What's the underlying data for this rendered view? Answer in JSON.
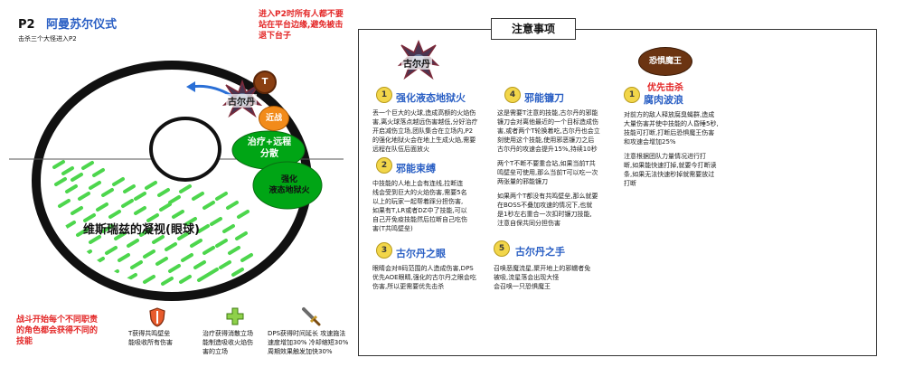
{
  "left": {
    "title": "P2",
    "title_name": "阿曼苏尔仪式",
    "subtitle": "击杀三个大怪进入P2",
    "warn_p2": [
      "进入P2时所有人都不要",
      "站在平台边缘,避免被击",
      "退下台子"
    ],
    "boss_label": "古尔丹",
    "t_label": "T",
    "melee_label": "近战",
    "heal_ranged": [
      "治疗+远程",
      "分散"
    ],
    "enhance": [
      "强化",
      "液态地狱火"
    ],
    "gaze": "维斯瑞兹的凝视(眼球)",
    "roles_note": [
      "战斗开始每个不同职责",
      "的角色都会获得不同的",
      "技能"
    ],
    "legend": [
      {
        "icon": "shield-icon",
        "text": [
          "T获得共鸣壁垒",
          "能吸收所有伤害"
        ]
      },
      {
        "icon": "plus-icon",
        "text": [
          "治疗获得消散立场",
          "能制造吸收火焰伤",
          "害的立场"
        ]
      },
      {
        "icon": "sword-icon",
        "text": [
          "DPS获得时间延长 攻速施法",
          "速度增加30% 冷却缩短30%",
          "周期效果触发加快30%"
        ]
      }
    ]
  },
  "notes": {
    "title": "注意事项",
    "gul_label": "古尔丹",
    "demon_label": "恐惧魔王",
    "demon_priority": "优先击杀",
    "sections": [
      {
        "num": "1",
        "title": "强化液态地狱火",
        "lines": [
          "丢一个巨大的火球,造成高额的火焰伤",
          "害,离火球落点越远伤害越低,分好治疗",
          "开启减伤立场,团队集合在立场内,P2",
          "的强化地狱火会在地上生成火焰,需要",
          "远程在队伍后面放火"
        ]
      },
      {
        "num": "2",
        "title": "邪能束缚",
        "lines": [
          "中技能的人地上会有连线,拉断连",
          "线会受到巨大的火焰伤害,需要5名",
          "以上的玩家一起帮着踩分担伤害,",
          "如果有T,LR或者DZ中了技能,可以",
          "自己开免疫技能然后拉断自己吃伤",
          "害(T共鸣壁垒)"
        ]
      },
      {
        "num": "3",
        "title": "古尔丹之眼",
        "lines": [
          "眼睛会对8码范围的人造成伤害,DPS",
          "优先AOE眼睛,强化的古尔丹之眼会吃",
          "伤害,所以更需要优先击杀"
        ]
      },
      {
        "num": "4",
        "title": "邪能镰刀",
        "lines": [
          "这是需要T注意的技能,古尔丹的邪能",
          "镰刀会对离他最近的一个目标造成伤",
          "害,或者两个T轮换着吃,古尔丹也会立",
          "刻使用这个技能,使用邪恶镰刀之后",
          "古尔丹的攻速会提升15%,持续10秒",
          "",
          "两个T不断不要重合站,如果当前T共",
          "鸣壁垒可使用,那么当前T可以吃一次",
          "两张量的邪能镰刀",
          "",
          "如果两个T都没有共鸣壁垒,那么就要",
          "在BOSS不叠加攻速的情况下,也就",
          "是1秒左右重合一次扣时镰刀技能,",
          "注意自保共同分担伤害"
        ]
      },
      {
        "num": "5",
        "title": "古尔丹之手",
        "lines": [
          "召唤恶魔流星,聚开地上的邪蠕者免",
          "被吸,流星落会出现大怪",
          "会召唤一只恐惧魔王"
        ]
      },
      {
        "num": "1",
        "title": "腐肉波浪",
        "lines": [
          "对前方的敌人释放腐臭蝇群,造成",
          "大量伤害并使中技能的人昏睡5秒,",
          "技能可打断,打断后恐惧魔王伤害",
          "和攻速会增加25%",
          "",
          "注意根据团队力量情况进行打",
          "断,如果能快速打掉,就要今打断读",
          "条,如果无法快速秒掉就需要放过",
          "打断"
        ]
      }
    ]
  },
  "colors": {
    "red": "#e32626",
    "blue": "#2a5fc4",
    "green_zone": "#00a515",
    "hatch": "#4dd64d",
    "badge": "#f2d64a",
    "demon_bg": "#6b3412"
  }
}
